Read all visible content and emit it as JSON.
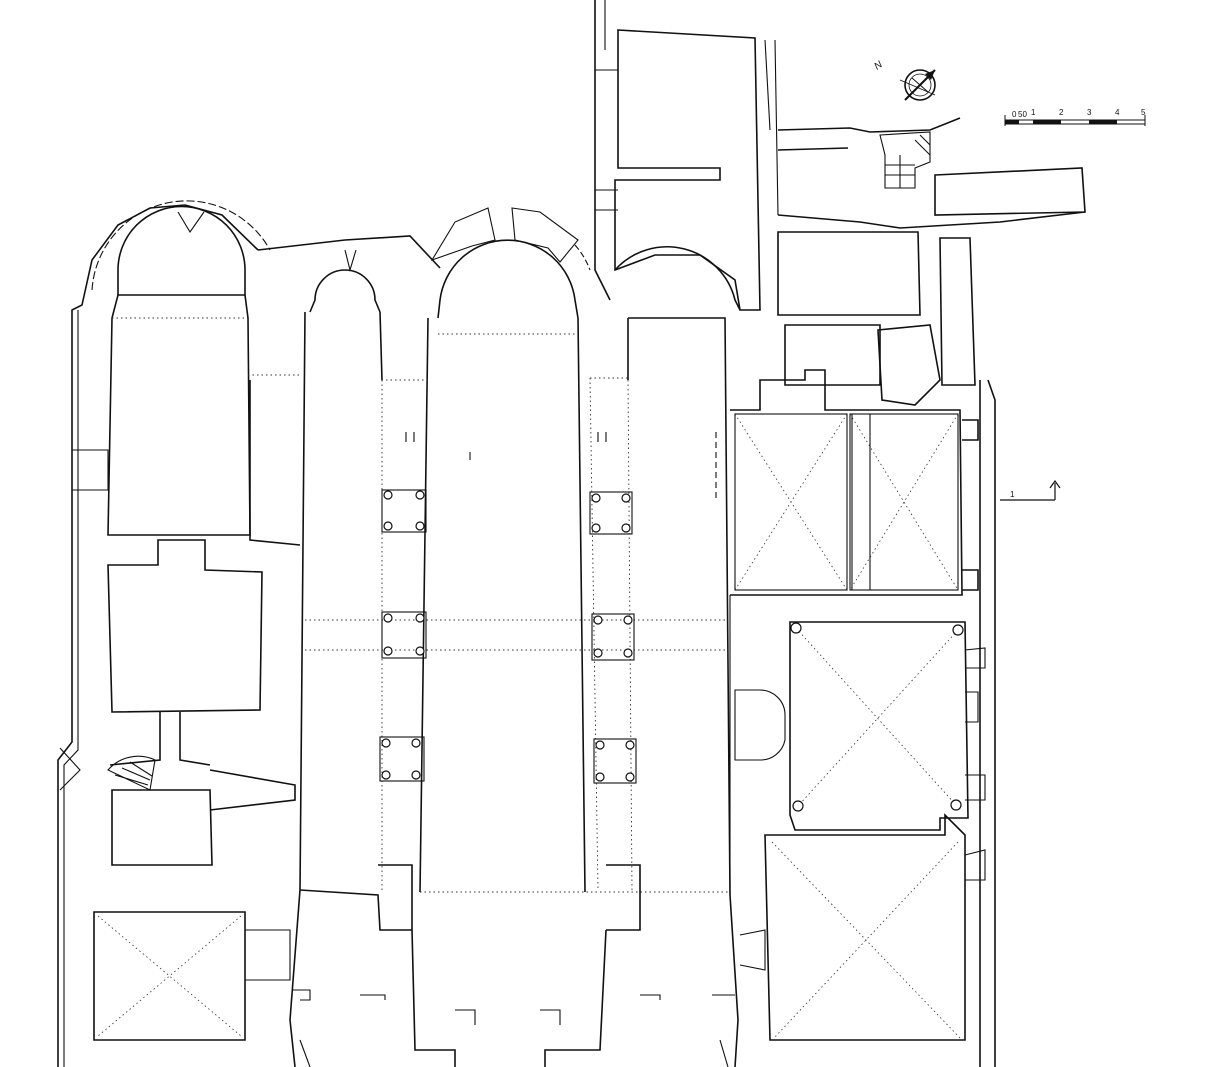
{
  "north_arrow": {
    "label": "N",
    "icon": "north-arrow-icon"
  },
  "scale_bar": {
    "labels": [
      "0",
      "50",
      "1",
      "2",
      "3",
      "4",
      "5"
    ]
  },
  "section_marker": {
    "label": "1",
    "icon": "arrow-up-icon"
  },
  "line_color": "#111111"
}
